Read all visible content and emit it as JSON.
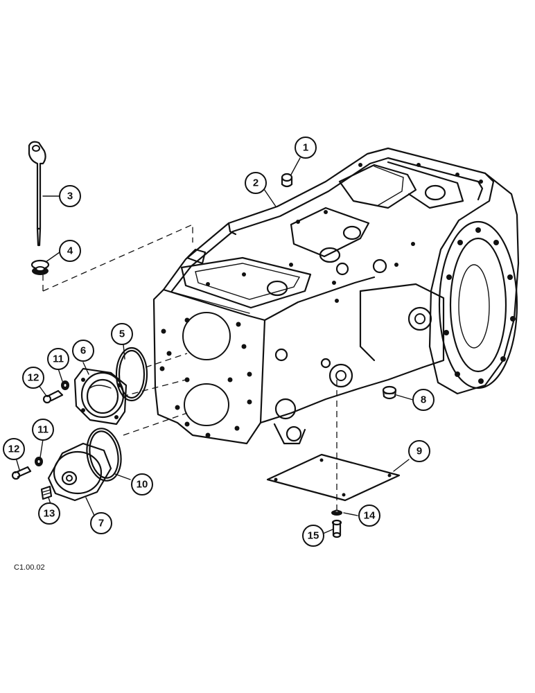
{
  "figure": {
    "reference_code": "C1.00.02",
    "callouts": [
      {
        "id": "c1",
        "label": "1"
      },
      {
        "id": "c2",
        "label": "2"
      },
      {
        "id": "c3",
        "label": "3"
      },
      {
        "id": "c4",
        "label": "4"
      },
      {
        "id": "c5",
        "label": "5"
      },
      {
        "id": "c6",
        "label": "6"
      },
      {
        "id": "c7",
        "label": "7"
      },
      {
        "id": "c8",
        "label": "8"
      },
      {
        "id": "c9",
        "label": "9"
      },
      {
        "id": "c10",
        "label": "10"
      },
      {
        "id": "c11a",
        "label": "11"
      },
      {
        "id": "c11b",
        "label": "11"
      },
      {
        "id": "c12a",
        "label": "12"
      },
      {
        "id": "c12b",
        "label": "12"
      },
      {
        "id": "c13",
        "label": "13"
      },
      {
        "id": "c14",
        "label": "14"
      },
      {
        "id": "c15",
        "label": "15"
      }
    ]
  }
}
